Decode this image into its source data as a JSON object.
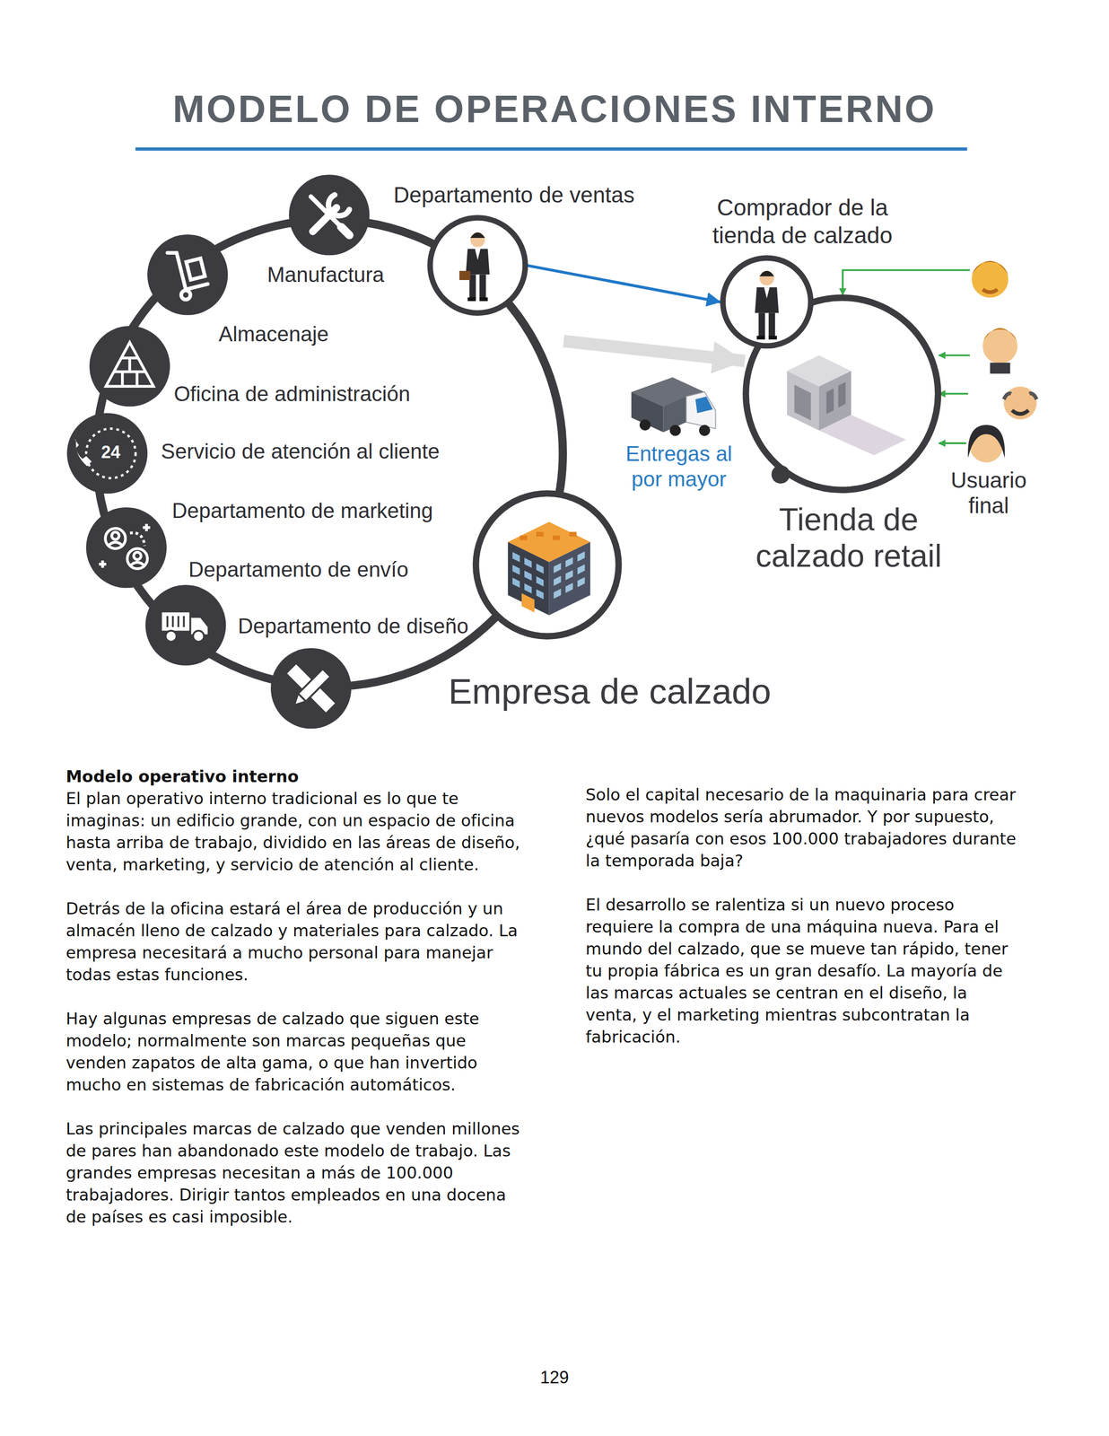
{
  "diagram": {
    "title": "MODELO DE OPERACIONES INTERNO",
    "nodes": [
      {
        "text": [
          "Empresa de calzado"
        ]
      },
      {
        "text": [
          "Manufactura"
        ],
        "in": 0
      },
      {
        "text": [
          "Almacenaje"
        ],
        "in": 0
      },
      {
        "text": [
          "Oficina de administración"
        ],
        "in": 0
      },
      {
        "text": [
          "Servicio de atención al cliente"
        ],
        "in": 0
      },
      {
        "text": [
          "Departamento de marketing"
        ],
        "in": 0
      },
      {
        "text": [
          "Departamento de envío"
        ],
        "in": 0
      },
      {
        "text": [
          "Departamento de diseño"
        ],
        "in": 0
      },
      {
        "text": [
          "Departamento de ventas"
        ],
        "in": 0
      },
      {
        "text": [
          "Tienda de calzado retail"
        ]
      },
      {
        "text": [
          "Comprador de la tienda de calzado"
        ],
        "in": 9
      }
    ],
    "edges": [
      {
        "from": 8,
        "to": 10,
        "arrow": "to"
      },
      {
        "from": 0,
        "to": 9,
        "label": "Entregas al por mayor",
        "arrow": "to"
      }
    ],
    "labels": [
      "24",
      "Usuario final",
      "Modelo operativo interno",
      "El plan operativo interno tradicional es lo que te imaginas: un edificio grande, con un espacio de oficina hasta arriba de trabajo, dividido en las áreas de diseño, venta, marketing, y servicio de atención al cliente.",
      "Detrás de la oficina estará el área de producción y un almacén lleno de calzado y materiales para calzado. La empresa necesitará a mucho personal para manejar todas estas funciones.",
      "Hay algunas empresas de calzado que siguen este modelo; normalmente son marcas pequeñas que venden zapatos de alta gama, o que han invertido mucho en sistemas de fabricación automáticos.",
      "Las principales marcas de calzado que venden millones de pares han abandonado este modelo de trabajo. Las grandes empresas necesitan a más de 100.000 trabajadores. Dirigir tantos empleados en una docena de países es casi imposible.",
      "Solo el capital necesario de la maquinaria para crear nuevos modelos sería abrumador. Y por supuesto, ¿qué pasaría con esos 100.000 trabajadores durante la temporada baja?",
      "El desarrollo se ralentiza si un nuevo proceso requiere la compra de una máquina nueva. Para el mundo del calzado, que se mueve tan rápido, tener tu propia fábrica es un gran desafío. La mayoría de las marcas actuales se centran en el diseño, la venta, y el marketing mientras subcontratan la fabricación.",
      "129"
    ]
  }
}
